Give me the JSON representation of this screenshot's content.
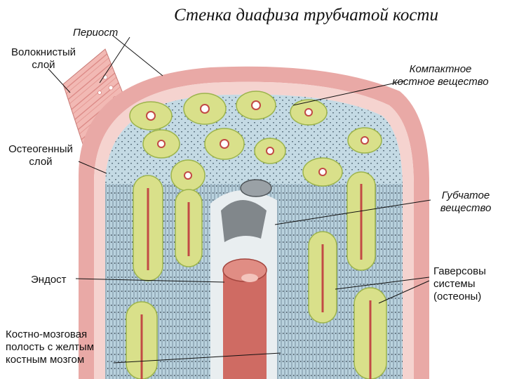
{
  "title": "Стенка диафиза трубчатой кости",
  "labels": {
    "periosteum": "Периост",
    "fibrous_layer": [
      "Волокнистый",
      "слой"
    ],
    "osteogenic_layer": [
      "Остеогенный",
      "слой"
    ],
    "endosteum": "Эндост",
    "marrow_cavity": [
      "Костно-мозговая",
      "полость с желтым",
      "костным мозгом"
    ],
    "compact_bone": [
      "Компактное",
      "костное вещество"
    ],
    "spongy_bone": [
      "Губчатое",
      "вещество"
    ],
    "haversian": [
      "Гаверсовы",
      "системы",
      "(остеоны)"
    ]
  },
  "colors": {
    "periosteum_outer": "#e6a4a4",
    "periosteum_inner": "#f3c8c4",
    "cortex_blue": "#bcd6e2",
    "cortex_dots": "#5a6f7c",
    "osteon_yellow": "#d9e08a",
    "osteon_green": "#b8cd6a",
    "vessel_red": "#c24a45",
    "marrow_vessel": "#cf6b63",
    "marrow_grey": "#6e7479"
  }
}
